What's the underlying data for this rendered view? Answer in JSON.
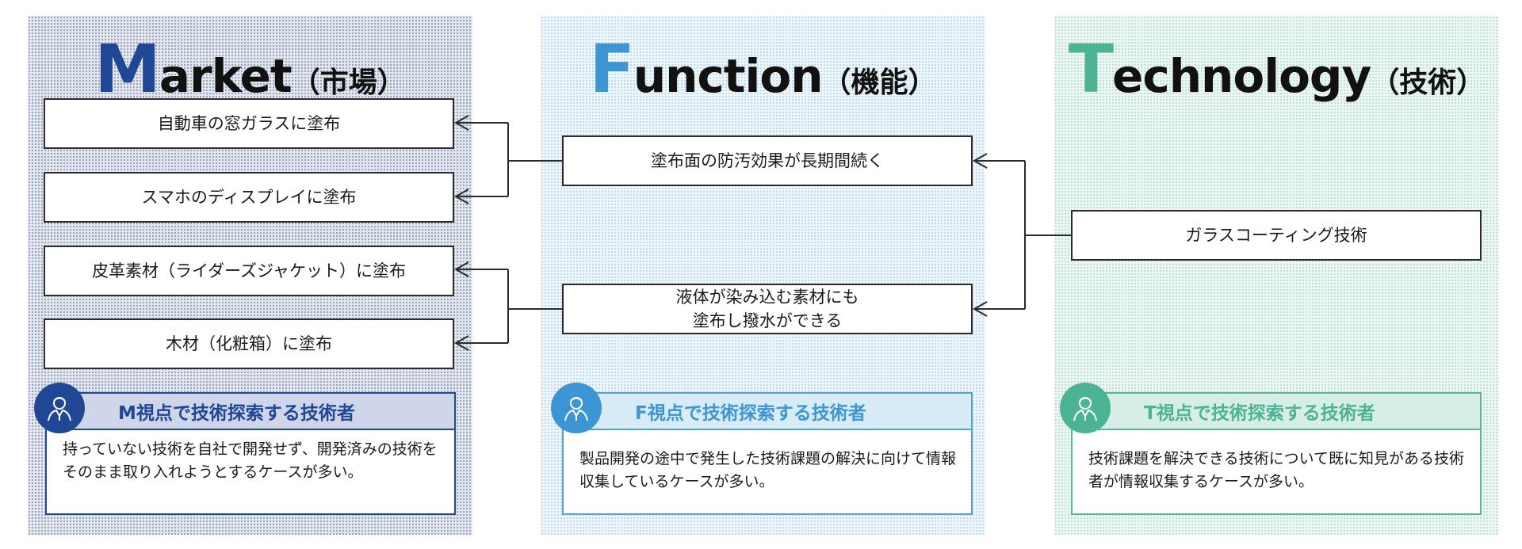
{
  "market": {
    "initial": "M",
    "rest": "arket",
    "jp": "（市場）",
    "items": [
      "自動車の窓ガラスに塗布",
      "スマホのディスプレイに塗布",
      "皮革素材（ライダーズジャケット）に塗布",
      "木材（化粧箱）に塗布"
    ],
    "persona_title": "M視点で技術探索する技術者",
    "persona_text": "持っていない技術を自社で開発せず、開発済みの技術をそのまま取り入れようとするケースが多い。"
  },
  "function": {
    "initial": "F",
    "rest": "unction",
    "jp": "（機能）",
    "items": [
      "塗布面の防汚効果が長期間続く",
      "液体が染み込む素材にも\n塗布し撥水ができる"
    ],
    "persona_title": "F視点で技術探索する技術者",
    "persona_text": "製品開発の途中で発生した技術課題の解決に向けて情報収集しているケースが多い。"
  },
  "technology": {
    "initial": "T",
    "rest": "echnology",
    "jp": "（技術）",
    "items": [
      "ガラスコーティング技術"
    ],
    "persona_title": "T視点で技術探索する技術者",
    "persona_text": "技術課題を解決できる技術について既に知見がある技術者が情報収集するケースが多い。"
  },
  "colors": {
    "market": "#1f4796",
    "function": "#3d95d4",
    "technology": "#4cb394"
  },
  "icons": {
    "persona": "engineer-avatar-icon"
  }
}
